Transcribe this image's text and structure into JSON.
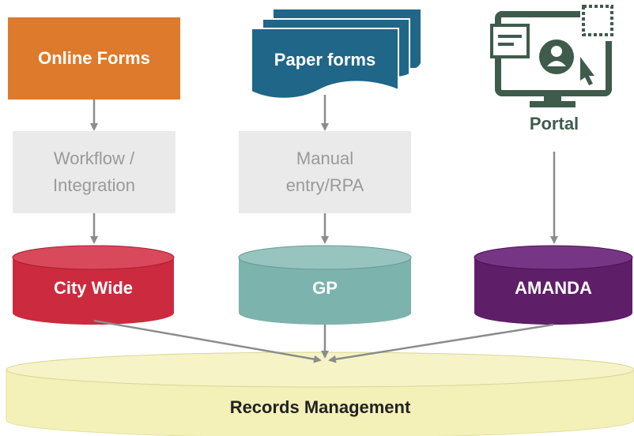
{
  "nodes": {
    "online_forms": {
      "label": "Online Forms",
      "color": "#dd7a2b"
    },
    "paper_forms": {
      "label": "Paper forms",
      "color": "#1f6688"
    },
    "portal": {
      "label": "Portal",
      "color": "#3f5b4c",
      "icon": "portal-monitor-user-icon"
    },
    "workflow": {
      "line1": "Workflow /",
      "line2": "Integration",
      "color": "#eaeaea"
    },
    "manual_entry": {
      "line1": "Manual",
      "line2": "entry/RPA",
      "color": "#eaeaea"
    },
    "city_wide": {
      "label": "City Wide",
      "color": "#cc2a3e"
    },
    "gp": {
      "label": "GP",
      "color": "#7db3ad"
    },
    "amanda": {
      "label": "AMANDA",
      "color": "#5f1e68"
    },
    "records_management": {
      "label": "Records Management",
      "color": "#f3f1b8"
    }
  },
  "edges": [
    {
      "from": "Online Forms",
      "to": "Workflow / Integration"
    },
    {
      "from": "Workflow / Integration",
      "to": "City Wide"
    },
    {
      "from": "Paper forms",
      "to": "Manual entry/RPA"
    },
    {
      "from": "Manual entry/RPA",
      "to": "GP"
    },
    {
      "from": "Portal",
      "to": "AMANDA"
    },
    {
      "from": "City Wide",
      "to": "Records Management"
    },
    {
      "from": "GP",
      "to": "Records Management"
    },
    {
      "from": "AMANDA",
      "to": "Records Management"
    }
  ],
  "colors": {
    "arrow": "#8c8c8c"
  }
}
